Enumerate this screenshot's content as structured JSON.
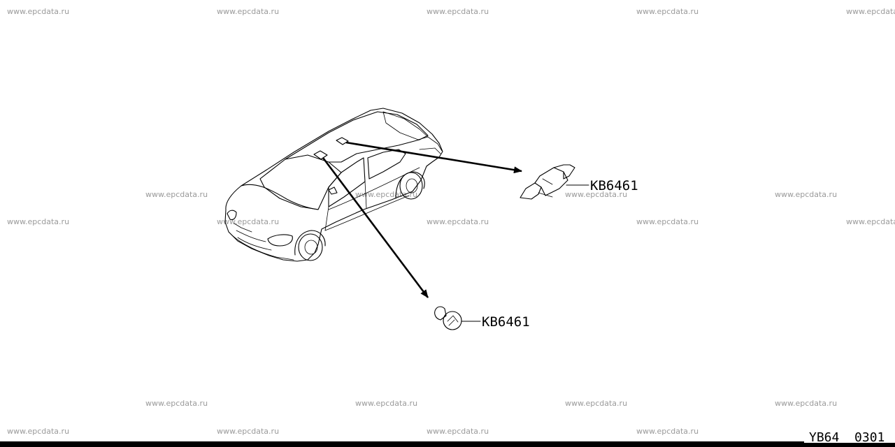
{
  "watermark_text": "www.epcdata.ru",
  "parts": [
    {
      "id": "map-lamp-bulb",
      "label": "KB6461"
    },
    {
      "id": "room-lamp-bulb",
      "label": "KB6461"
    }
  ],
  "footer": {
    "figure_code": "YB64  0301",
    "bar_color": "#000000"
  },
  "colors": {
    "line": "#000000",
    "watermark": "#9a9a9a",
    "background": "#ffffff"
  }
}
